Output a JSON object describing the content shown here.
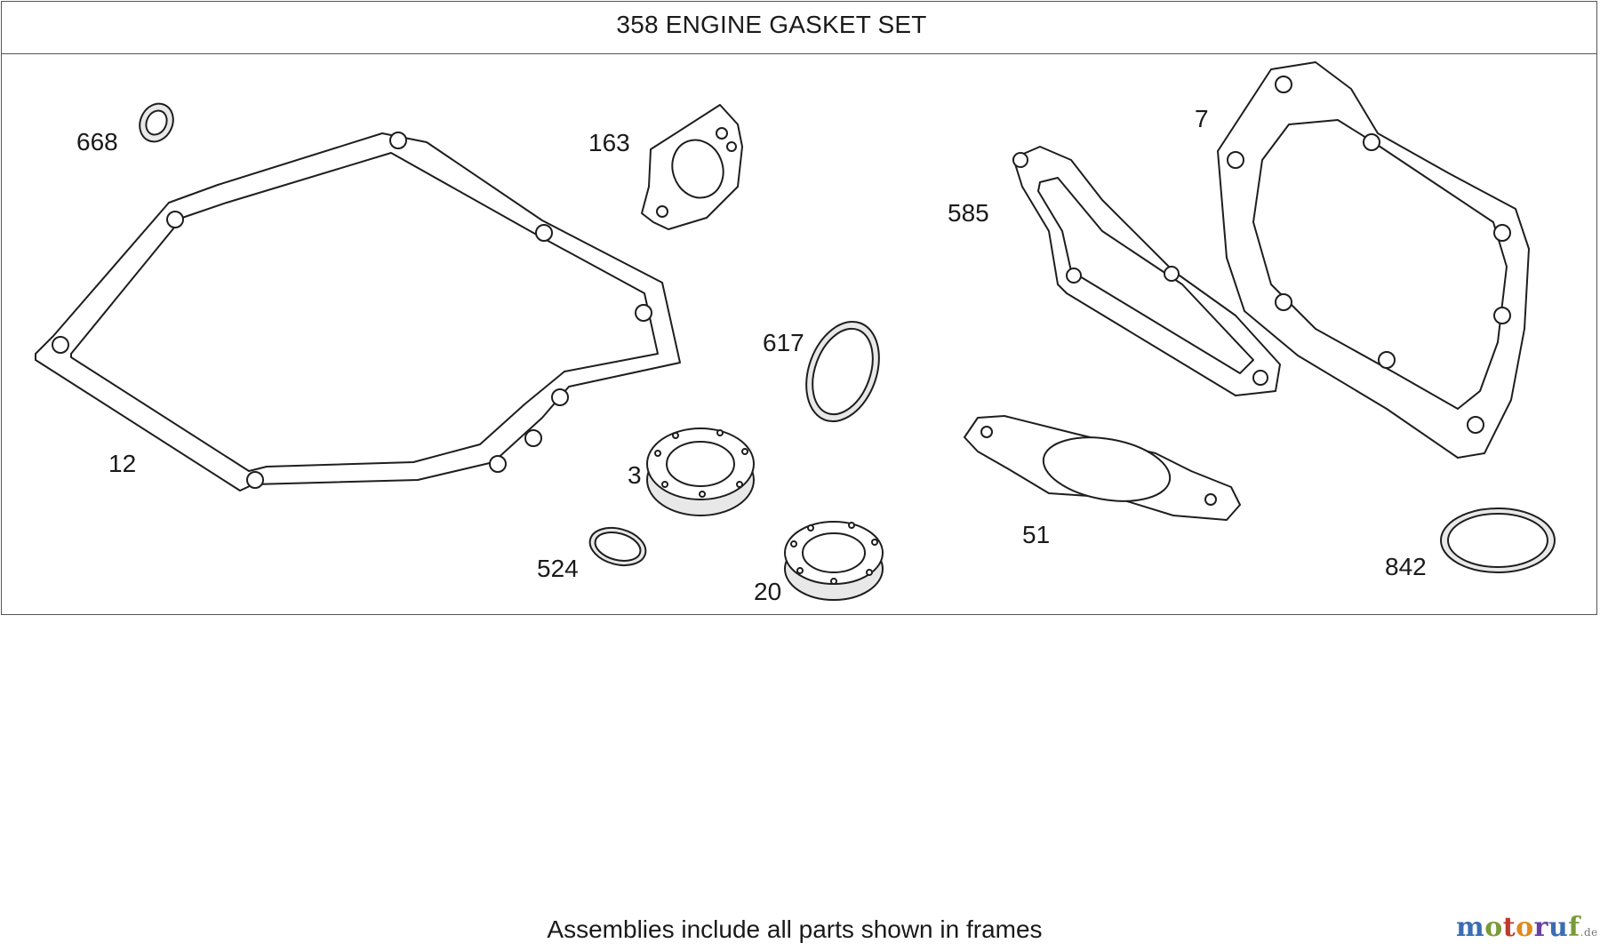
{
  "title": "358 ENGINE GASKET SET",
  "callouts": [
    {
      "id": "668",
      "label": "668"
    },
    {
      "id": "163",
      "label": "163"
    },
    {
      "id": "7",
      "label": "7"
    },
    {
      "id": "585",
      "label": "585"
    },
    {
      "id": "617",
      "label": "617"
    },
    {
      "id": "12",
      "label": "12"
    },
    {
      "id": "3",
      "label": "3"
    },
    {
      "id": "524",
      "label": "524"
    },
    {
      "id": "20",
      "label": "20"
    },
    {
      "id": "51",
      "label": "51"
    },
    {
      "id": "842",
      "label": "842"
    }
  ],
  "footer": "Assemblies include all parts shown in frames",
  "watermark": {
    "text": "motoruf",
    "tld": ".de"
  }
}
